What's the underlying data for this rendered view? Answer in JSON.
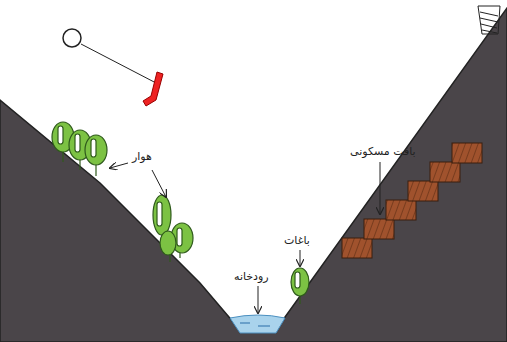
{
  "diagram": {
    "labels": [
      "هوار",
      "باغات",
      "رودخانه",
      "بافت مسکونی"
    ]
  }
}
